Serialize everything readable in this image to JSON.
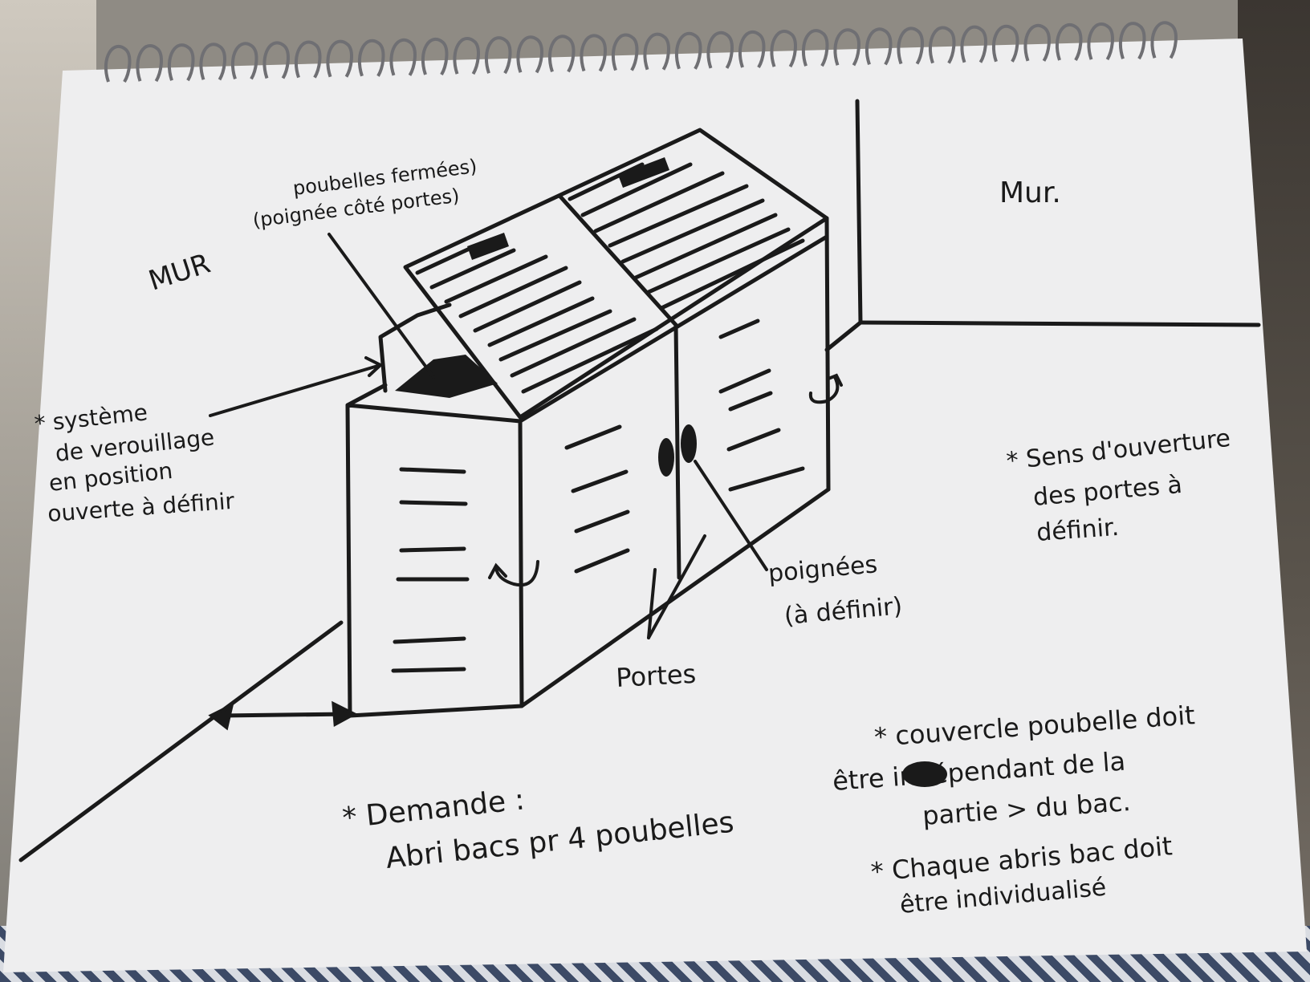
{
  "labels": {
    "mur_left": "MUR",
    "mur_right": "Mur.",
    "top_note_line1": "poubelles fermées)",
    "top_note_line2": "(poignée côté portes)",
    "lock_note": [
      "* système",
      "de verouillage",
      "en position",
      "ouverte à définir"
    ],
    "opening_note": [
      "* Sens d'ouverture",
      "des portes à",
      "définir."
    ],
    "handles_note": [
      "poignées",
      "(à définir)"
    ],
    "doors_label": "Portes",
    "request_note": [
      "* Demande :",
      "Abri bacs pr 4 poubelles"
    ],
    "lid_note": [
      "* couvercle poubelle doit",
      "être indépendant de la",
      "partie > du bac."
    ],
    "individual_note": [
      "* Chaque abris bac doit",
      "être individualisé"
    ]
  },
  "colors": {
    "ink": "#1a1a1a",
    "paper": "#eeeeef"
  }
}
